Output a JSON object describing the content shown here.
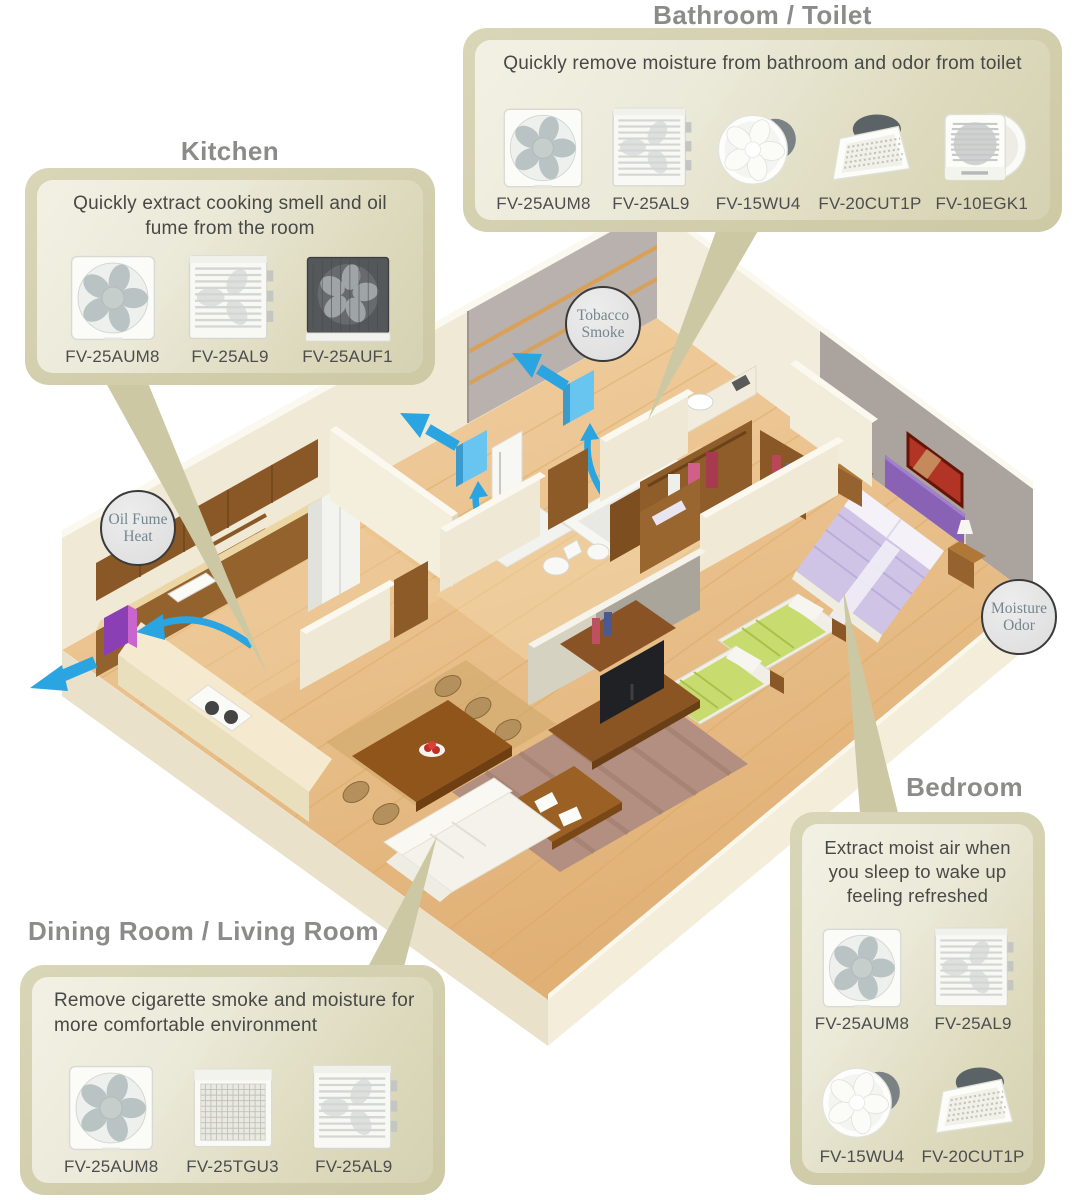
{
  "panels": {
    "bathroom_toilet": {
      "title": "Bathroom / Toilet",
      "description": "Quickly remove moisture from bathroom and odor from toilet",
      "products": [
        {
          "model": "FV-25AUM8",
          "icon": "propeller-wall-fan"
        },
        {
          "model": "FV-25AL9",
          "icon": "louver-wall-fan"
        },
        {
          "model": "FV-15WU4",
          "icon": "round-duct-fan"
        },
        {
          "model": "FV-20CUT1P",
          "icon": "ceiling-grille-fan"
        },
        {
          "model": "FV-10EGK1",
          "icon": "pipe-wall-fan"
        }
      ]
    },
    "kitchen": {
      "title": "Kitchen",
      "description": "Quickly extract cooking smell and oil fume from the room",
      "products": [
        {
          "model": "FV-25AUM8",
          "icon": "propeller-wall-fan"
        },
        {
          "model": "FV-25AL9",
          "icon": "louver-wall-fan"
        },
        {
          "model": "FV-25AUF1",
          "icon": "dark-frame-fan"
        }
      ]
    },
    "dining_living": {
      "title": "Dining Room / Living Room",
      "description": "Remove cigarette smoke and moisture for more comfortable environment",
      "products": [
        {
          "model": "FV-25AUM8",
          "icon": "propeller-wall-fan"
        },
        {
          "model": "FV-25TGU3",
          "icon": "grid-grille-fan"
        },
        {
          "model": "FV-25AL9",
          "icon": "louver-wall-fan"
        }
      ]
    },
    "bedroom": {
      "title": "Bedroom",
      "description": "Extract moist air when you sleep to wake up feeling refreshed",
      "products": [
        {
          "model": "FV-25AUM8",
          "icon": "propeller-wall-fan"
        },
        {
          "model": "FV-25AL9",
          "icon": "louver-wall-fan"
        },
        {
          "model": "FV-15WU4",
          "icon": "round-duct-fan"
        },
        {
          "model": "FV-20CUT1P",
          "icon": "ceiling-grille-fan"
        }
      ]
    }
  },
  "badges": {
    "tobacco_smoke": {
      "line1": "Tobacco",
      "line2": "Smoke"
    },
    "oil_fume_heat": {
      "line1": "Oil Fume",
      "line2": "Heat"
    },
    "moisture_odor": {
      "line1": "Moisture",
      "line2": "Odor"
    }
  },
  "colors": {
    "panel_frame_olive": "#d3d0ae",
    "panel_inner_cream": "#efeee0",
    "title_gray": "#8b8b8a",
    "airflow_arrow_blue": "#2aa5e1",
    "wall_fan_blue": "#68c5ef",
    "kitchen_fan_purple": "#8b3fb5",
    "badge_text": "#75868e",
    "floor_wood": "#ecc28d"
  }
}
